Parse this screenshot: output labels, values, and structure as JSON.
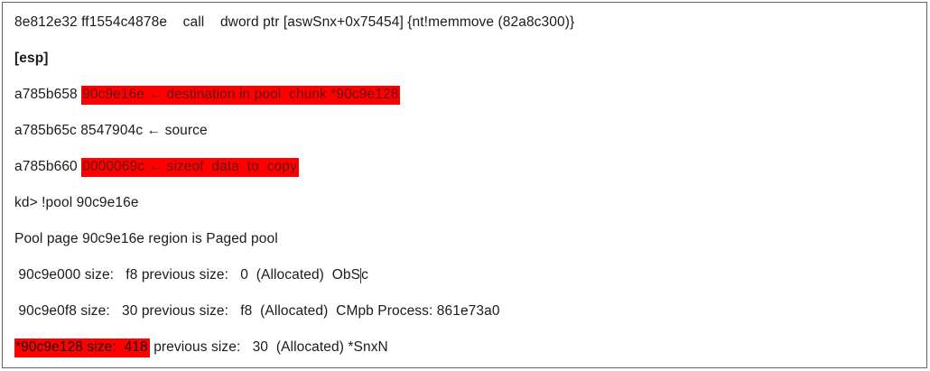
{
  "document": {
    "highlight_color": "#fe0000",
    "text_color": "#1b1b1b",
    "lines": [
      {
        "segments": [
          {
            "text": "8e812e32 ff1554c4878e    call    dword ptr [aswSnx+0x75454] {nt!memmove (82a8c300)}"
          }
        ]
      },
      {
        "bold": true,
        "segments": [
          {
            "text": "[esp]"
          }
        ]
      },
      {
        "segments": [
          {
            "text": "a785b658 "
          },
          {
            "text": "90c9e16e ← destination in pool  chunk *90c9e128",
            "highlight": true,
            "color": "#641414"
          }
        ]
      },
      {
        "segments": [
          {
            "text": "a785b65c 8547904c ← source"
          }
        ]
      },
      {
        "segments": [
          {
            "text": "a785b660 "
          },
          {
            "text": "0000069c ← sizeof  data  to  copy",
            "highlight": true,
            "color": "#641414"
          }
        ]
      },
      {
        "segments": [
          {
            "text": "kd> !pool 90c9e16e"
          }
        ]
      },
      {
        "segments": [
          {
            "text": "Pool page 90c9e16e region is Paged pool"
          }
        ]
      },
      {
        "segments": [
          {
            "text": " 90c9e000 size:   f8 previous size:   0  (Allocated)  ObS"
          },
          {
            "cursor": true
          },
          {
            "text": "c"
          }
        ]
      },
      {
        "segments": [
          {
            "text": " 90c9e0f8 size:   30 previous size:   f8  (Allocated)  CMpb Process: 861e73a0"
          }
        ]
      },
      {
        "segments": [
          {
            "text": "*90c9e128 size:  418",
            "highlight": true,
            "color": "#141414"
          },
          {
            "text": " previous size:   30  (Allocated) *SnxN"
          }
        ]
      }
    ]
  }
}
